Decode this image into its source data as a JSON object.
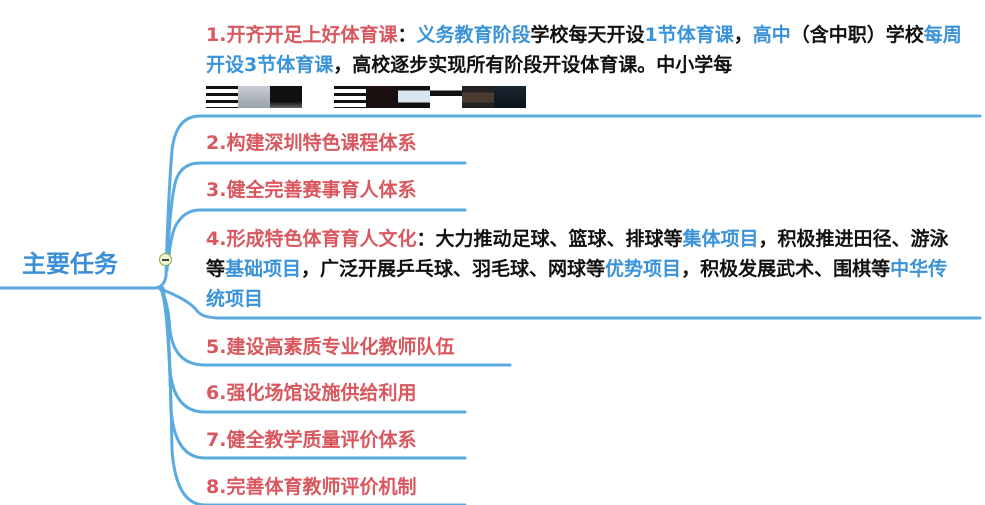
{
  "root": {
    "label": "主要任务"
  },
  "colors": {
    "branch": "#5aaadf",
    "title": "#d9575e",
    "highlight": "#3a93d8",
    "root": "#3a8fd6",
    "text": "#111111"
  },
  "tasks": [
    {
      "title": "1.开齐开足上好体育课",
      "colon": "：",
      "segments": [
        {
          "text": "义务教育阶段",
          "hl": true
        },
        {
          "text": "学校每天开设",
          "hl": false
        },
        {
          "text": "1节体育课",
          "hl": true
        },
        {
          "text": "，",
          "hl": false
        },
        {
          "text": "高中",
          "hl": true
        },
        {
          "text": "（含中职）学校",
          "hl": false
        },
        {
          "text": "每周开设3节体育课",
          "hl": true
        },
        {
          "text": "，高校逐步实现所有阶段开设体育课。中小学每",
          "hl": false
        }
      ],
      "redacted_line": true
    },
    {
      "title": "2.构建深圳特色课程体系"
    },
    {
      "title": "3.健全完善赛事育人体系"
    },
    {
      "title": "4.形成特色体育育人文化",
      "colon": "：",
      "segments": [
        {
          "text": "大力推动足球、篮球、排球等",
          "hl": false
        },
        {
          "text": "集体项目",
          "hl": true
        },
        {
          "text": "，积极推进田径、游泳等",
          "hl": false
        },
        {
          "text": "基础项目",
          "hl": true
        },
        {
          "text": "，广泛开展乒乓球、羽毛球、网球等",
          "hl": false
        },
        {
          "text": "优势项目",
          "hl": true
        },
        {
          "text": "，积极发展武术、围棋等",
          "hl": false
        },
        {
          "text": "中华传统项目",
          "hl": true
        }
      ]
    },
    {
      "title": "5.建设高素质专业化教师队伍"
    },
    {
      "title": "6.强化场馆设施供给利用"
    },
    {
      "title": "7.健全教学质量评价体系"
    },
    {
      "title": "8.完善体育教师评价机制"
    }
  ]
}
